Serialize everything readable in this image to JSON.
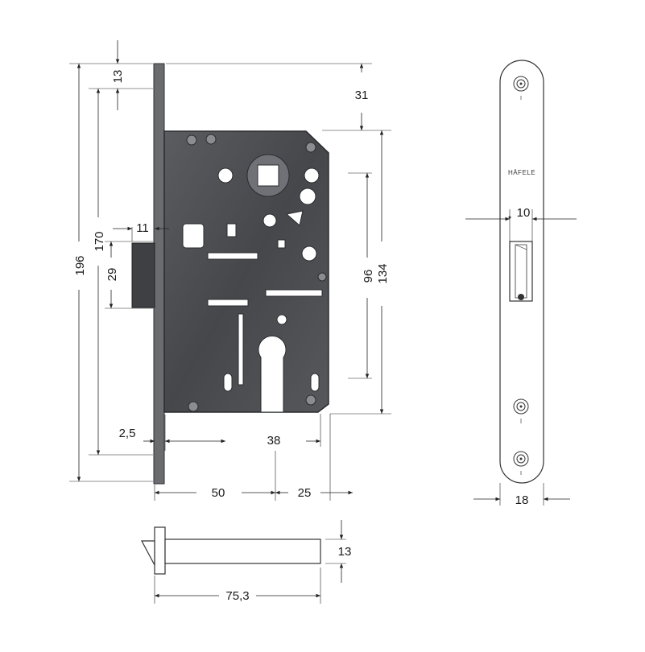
{
  "brand": {
    "text": "HÄFELE"
  },
  "dimensions": {
    "faceplate_top_offset": "13",
    "forend_to_case": "31",
    "overall_height": "196",
    "screw_spacing": "170",
    "latch_projection": "11",
    "latch_height": "29",
    "handle_to_cylinder": "96",
    "case_height": "134",
    "faceplate_thickness": "2,5",
    "backset_to_follower": "38",
    "backset": "50",
    "case_depth_remaining": "25",
    "latch_width": "10",
    "faceplate_width": "18",
    "bolt_height": "13",
    "bolt_length": "75,3"
  },
  "colors": {
    "case_fill": "#4a4c50",
    "case_dark": "#2b2c2f",
    "line": "#222222",
    "hole": "#ffffff"
  }
}
